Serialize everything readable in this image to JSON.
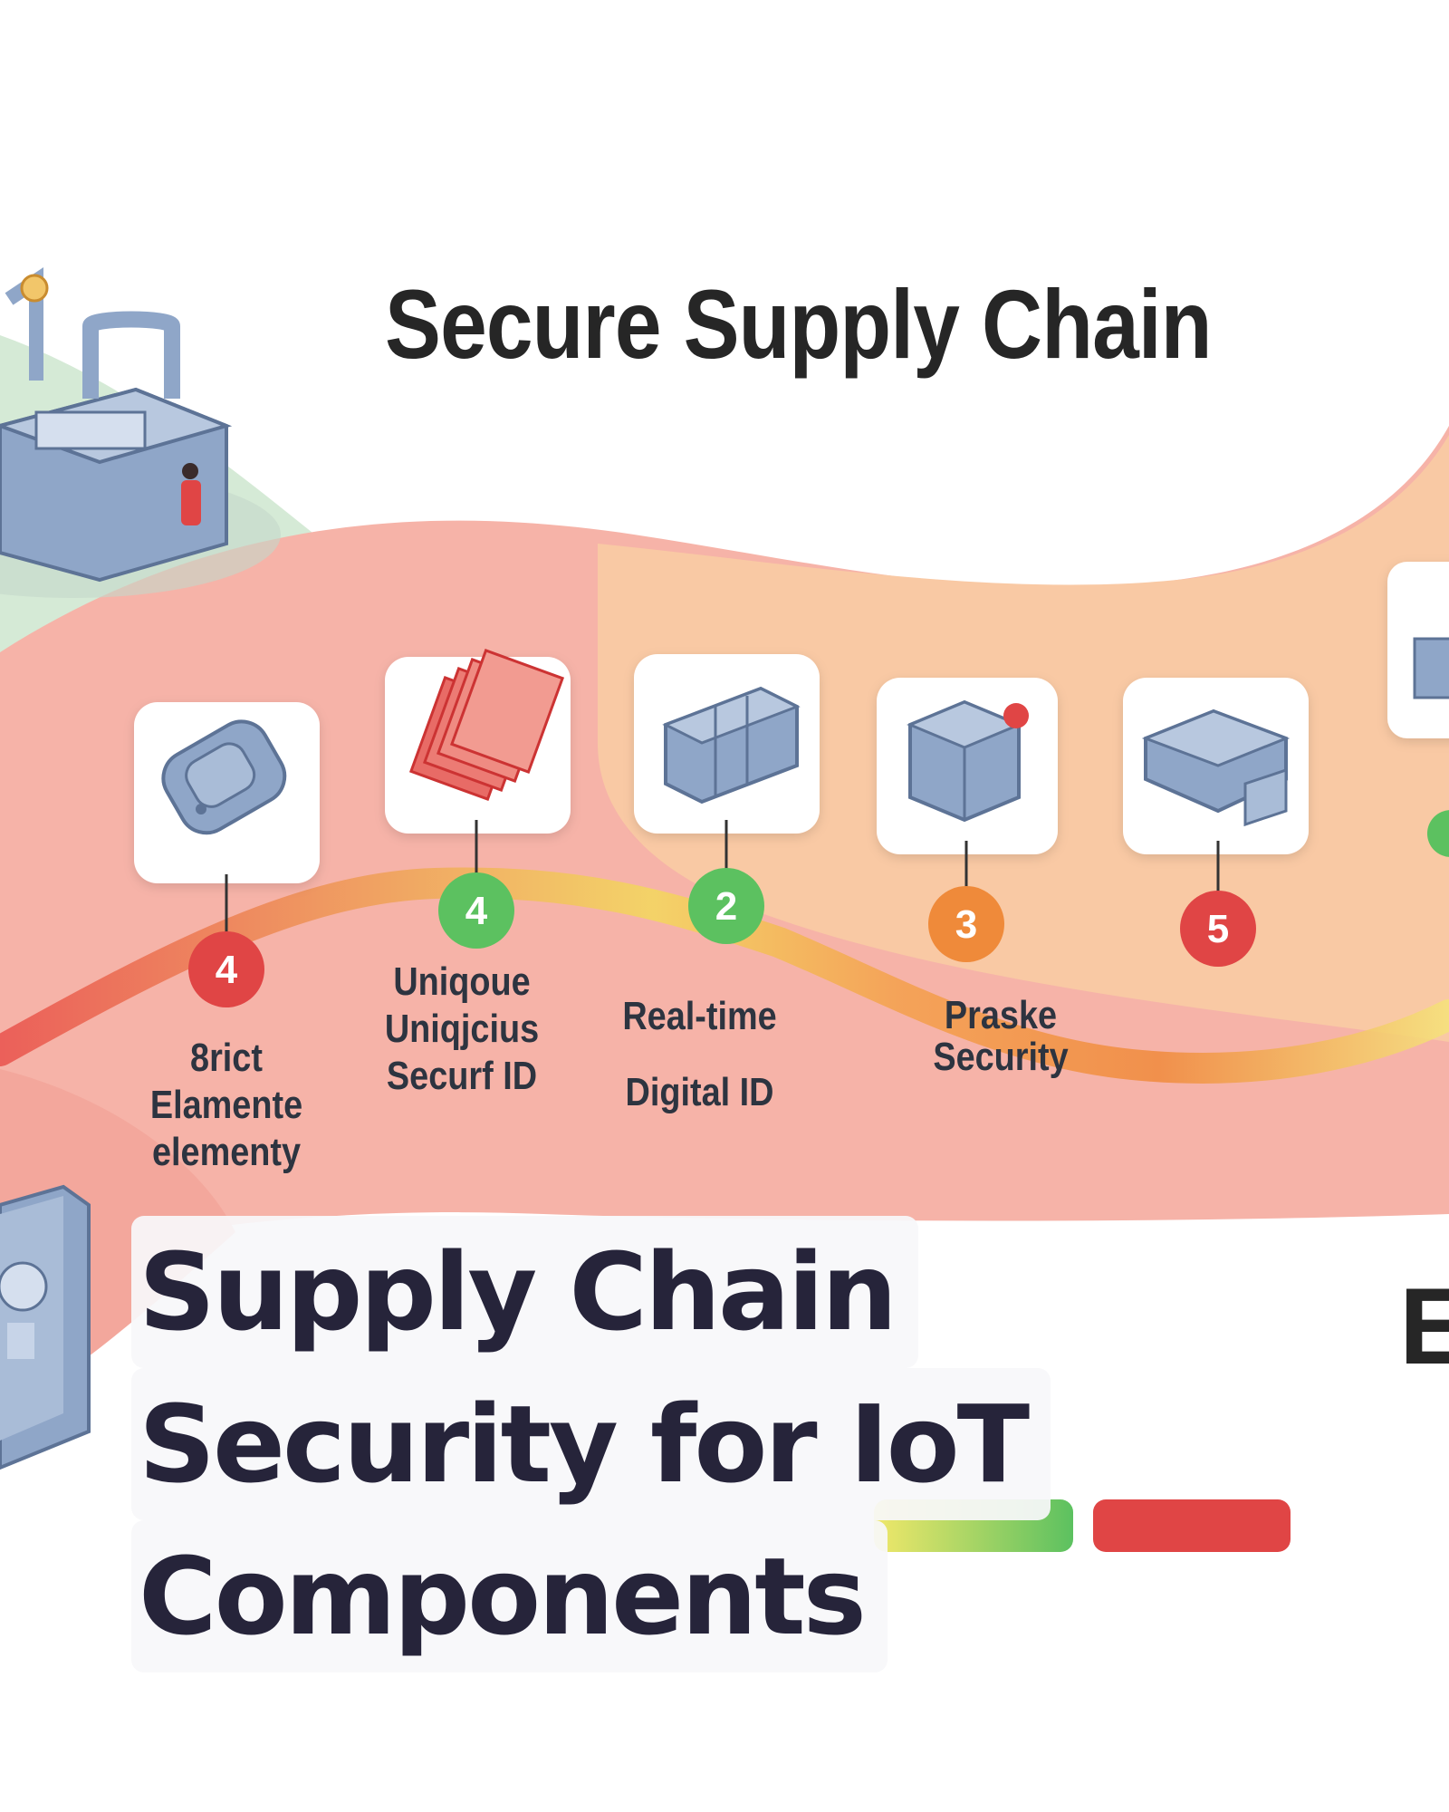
{
  "scene": {
    "title": "Secure Supply Chain",
    "steps": [
      {
        "badge": "4",
        "badge_color": "#e04545",
        "label_lines": [
          "8rict",
          "Elamente",
          "elementy"
        ],
        "icon": "secure-element-chip-icon"
      },
      {
        "badge": "4",
        "badge_color": "#5cc160",
        "label_lines": [
          "Uniqoue",
          "Uniqjcius",
          "Securf ID"
        ],
        "icon": "stacked-cards-icon"
      },
      {
        "badge": "2",
        "badge_color": "#5cc160",
        "label_lines": [
          "Real-time",
          "Digital ID"
        ],
        "icon": "module-block-icon"
      },
      {
        "badge": "3",
        "badge_color": "#ef8a3a",
        "label_lines": [
          "Praske",
          "Security"
        ],
        "icon": "sealed-box-icon"
      },
      {
        "badge": "5",
        "badge_color": "#e04545",
        "label_lines": [
          "",
          ""
        ],
        "icon": "open-tray-box-icon"
      }
    ],
    "edge_letter": "E",
    "colors": {
      "path_red": "#f6a59d",
      "path_peach": "#f9c79f",
      "path_green": "#cfe7d3",
      "device_blue": "#8fa6c8",
      "accent_red": "#e04545",
      "accent_green": "#5cc160",
      "accent_orange": "#ef8a3a"
    }
  },
  "headline": {
    "lines": [
      "Supply Chain",
      "Security for IoT",
      "Components"
    ]
  }
}
